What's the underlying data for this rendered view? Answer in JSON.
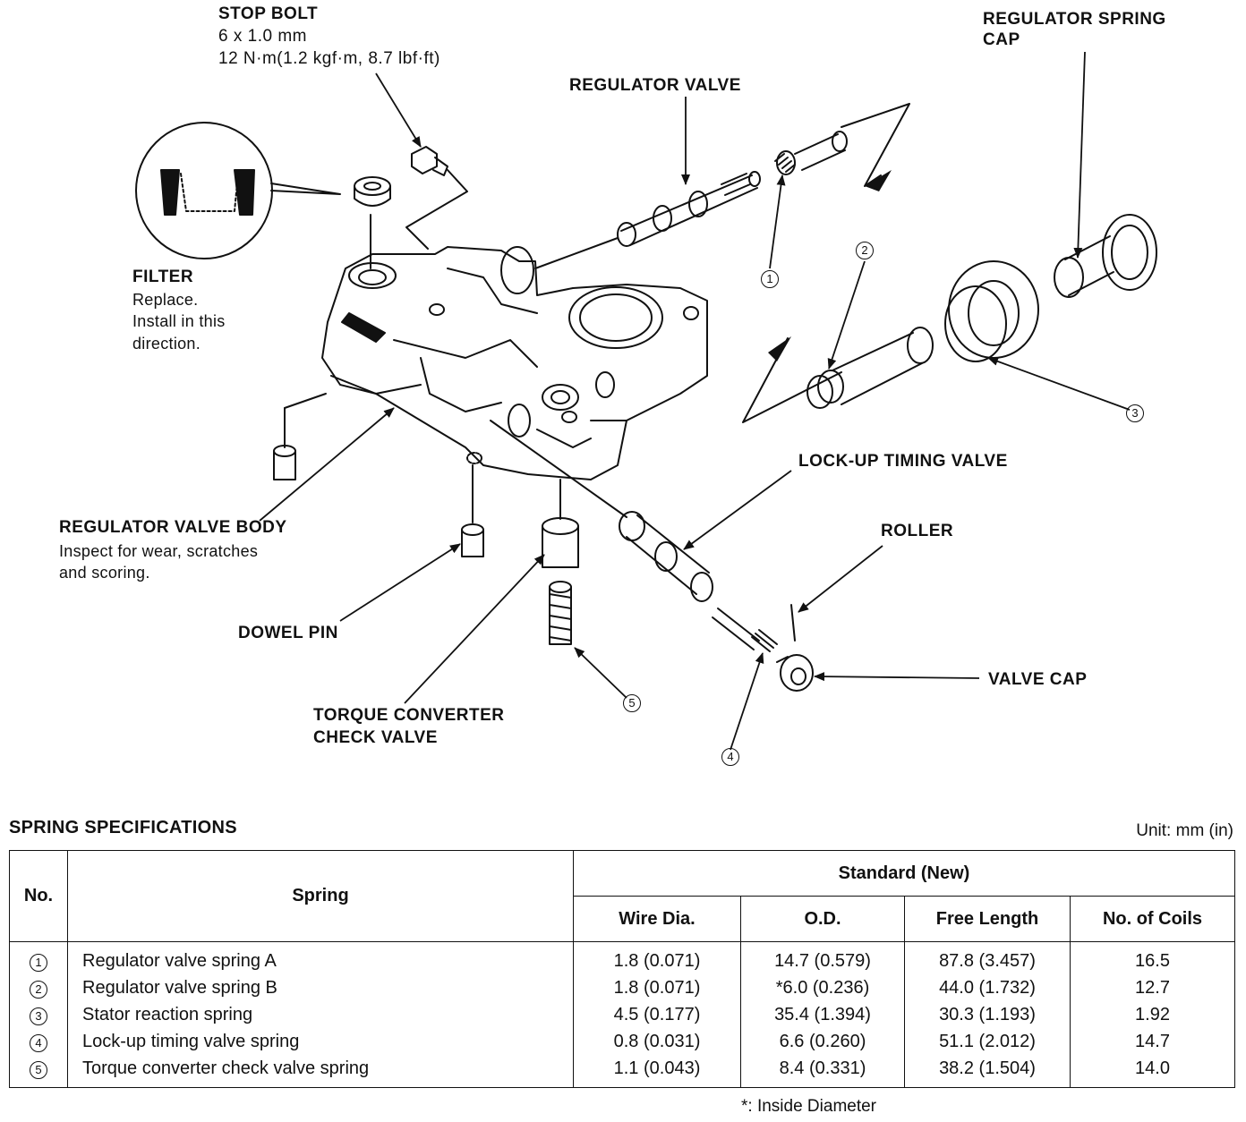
{
  "labels": {
    "stop_bolt": "STOP BOLT",
    "stop_bolt_size": "6 x 1.0 mm",
    "stop_bolt_torque": "12 N·m(1.2 kgf·m, 8.7 lbf·ft)",
    "regulator_valve": "REGULATOR VALVE",
    "regulator_spring_cap_1": "REGULATOR SPRING",
    "regulator_spring_cap_2": "CAP",
    "filter": "FILTER",
    "filter_note_1": "Replace.",
    "filter_note_2": "Install in this",
    "filter_note_3": "direction.",
    "regulator_valve_body": "REGULATOR VALVE BODY",
    "valve_body_note_1": "Inspect for wear, scratches",
    "valve_body_note_2": "and scoring.",
    "dowel_pin": "DOWEL PIN",
    "torque_converter_1": "TORQUE CONVERTER",
    "torque_converter_2": "CHECK VALVE",
    "lockup_timing_valve": "LOCK-UP TIMING VALVE",
    "roller": "ROLLER",
    "valve_cap": "VALVE CAP"
  },
  "callouts": [
    "1",
    "2",
    "3",
    "4",
    "5"
  ],
  "spec": {
    "title": "SPRING SPECIFICATIONS",
    "unit": "Unit: mm (in)",
    "headers": {
      "no": "No.",
      "spring": "Spring",
      "standard": "Standard (New)",
      "wire": "Wire Dia.",
      "od": "O.D.",
      "free_length": "Free Length",
      "coils": "No. of Coils"
    },
    "rows": [
      {
        "no": "1",
        "spring": "Regulator valve spring A",
        "wire": "1.8 (0.071)",
        "od": "14.7 (0.579)",
        "free_length": "87.8 (3.457)",
        "coils": "16.5"
      },
      {
        "no": "2",
        "spring": "Regulator valve spring B",
        "wire": "1.8 (0.071)",
        "od": "*6.0 (0.236)",
        "free_length": "44.0 (1.732)",
        "coils": "12.7"
      },
      {
        "no": "3",
        "spring": "Stator reaction spring",
        "wire": "4.5 (0.177)",
        "od": "35.4 (1.394)",
        "free_length": "30.3 (1.193)",
        "coils": "1.92"
      },
      {
        "no": "4",
        "spring": "Lock-up timing valve spring",
        "wire": "0.8 (0.031)",
        "od": "6.6 (0.260)",
        "free_length": "51.1 (2.012)",
        "coils": "14.7"
      },
      {
        "no": "5",
        "spring": "Torque converter check valve spring",
        "wire": "1.1 (0.043)",
        "od": "8.4 (0.331)",
        "free_length": "38.2 (1.504)",
        "coils": "14.0"
      }
    ],
    "footnote": "*: Inside Diameter"
  }
}
